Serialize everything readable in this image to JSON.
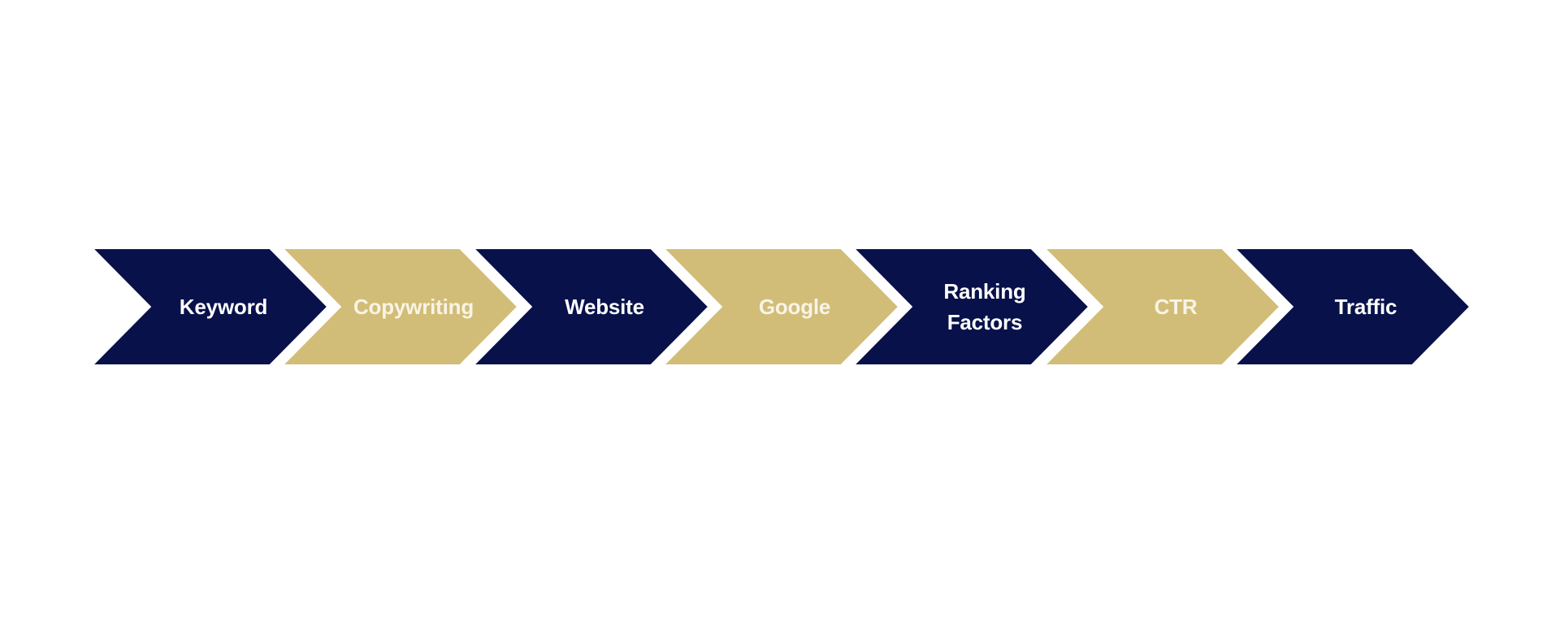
{
  "diagram": {
    "type": "process-flow-chevrons",
    "colors": {
      "navy": "#08114a",
      "gold": "#d2bd78",
      "separator": "#ffffff",
      "background": "#ffffff"
    },
    "steps": [
      {
        "label": "Keyword",
        "color": "navy"
      },
      {
        "label": "Copywriting",
        "color": "gold"
      },
      {
        "label": "Website",
        "color": "navy"
      },
      {
        "label": "Google",
        "color": "gold"
      },
      {
        "label": "Ranking Factors",
        "color": "navy",
        "lines": [
          "Ranking",
          "Factors"
        ]
      },
      {
        "label": "CTR",
        "color": "gold"
      },
      {
        "label": "Traffic",
        "color": "navy"
      }
    ]
  }
}
